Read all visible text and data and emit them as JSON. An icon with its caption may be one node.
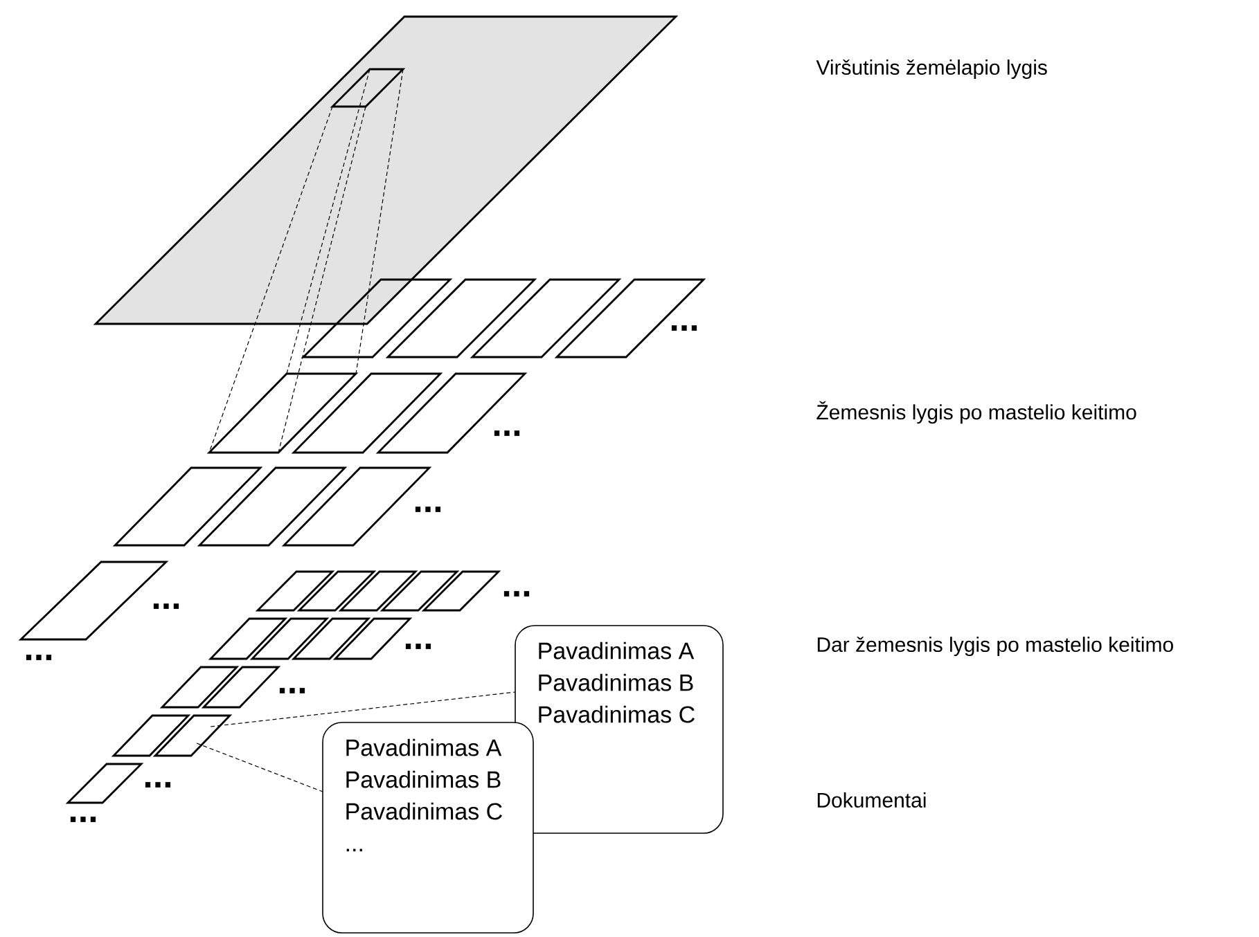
{
  "diagram": {
    "nodes": [
      {
        "text": [],
        "shape": "parallelogram"
      },
      {
        "text": [],
        "shape": "parallelogram",
        "in": 0
      },
      {
        "text": [],
        "shape": "parallelogram"
      },
      {
        "text": [],
        "shape": "parallelogram"
      },
      {
        "text": [],
        "shape": "parallelogram"
      },
      {
        "text": [],
        "shape": "parallelogram"
      },
      {
        "text": [],
        "shape": "parallelogram"
      },
      {
        "text": [],
        "shape": "parallelogram"
      },
      {
        "text": [],
        "shape": "parallelogram"
      },
      {
        "text": [],
        "shape": "parallelogram"
      },
      {
        "text": [],
        "shape": "parallelogram"
      },
      {
        "text": [],
        "shape": "parallelogram"
      },
      {
        "text": [],
        "shape": "parallelogram"
      },
      {
        "text": [],
        "shape": "parallelogram"
      },
      {
        "text": [],
        "shape": "parallelogram"
      },
      {
        "text": [],
        "shape": "parallelogram"
      },
      {
        "text": [],
        "shape": "parallelogram"
      },
      {
        "text": [],
        "shape": "parallelogram"
      },
      {
        "text": [],
        "shape": "parallelogram"
      },
      {
        "text": [],
        "shape": "parallelogram"
      },
      {
        "text": [],
        "shape": "parallelogram"
      },
      {
        "text": [],
        "shape": "parallelogram"
      },
      {
        "text": [],
        "shape": "parallelogram"
      },
      {
        "text": [],
        "shape": "parallelogram"
      },
      {
        "text": [],
        "shape": "parallelogram"
      },
      {
        "text": [],
        "shape": "parallelogram"
      },
      {
        "text": [],
        "shape": "parallelogram"
      },
      {
        "text": [
          "Pavadinimas A",
          "Pavadinimas B",
          "Pavadinimas C"
        ]
      },
      {
        "text": [
          "Pavadinimas A",
          "Pavadinimas B",
          "Pavadinimas C",
          "..."
        ]
      }
    ],
    "edges": [
      {
        "from": 1,
        "to": 6,
        "arrow": "none",
        "style": "dashed"
      },
      {
        "from": 1,
        "to": 6,
        "arrow": "none",
        "style": "dashed"
      },
      {
        "from": 1,
        "to": 6,
        "arrow": "none",
        "style": "dashed"
      },
      {
        "from": 1,
        "to": 6,
        "arrow": "none",
        "style": "dashed"
      },
      {
        "from": 25,
        "to": 27,
        "arrow": "none",
        "style": "dashed"
      },
      {
        "from": 25,
        "to": 28,
        "arrow": "none",
        "style": "dashed"
      }
    ],
    "labels": [
      "Viršutinis žemėlapio lygis",
      "...",
      "Žemesnis lygis po mastelio keitimo",
      "...",
      "...",
      "...",
      "...",
      "Dar žemesnis lygis po mastelio keitimo",
      "...",
      "...",
      "...",
      "...",
      "Dokumentai",
      "..."
    ]
  }
}
